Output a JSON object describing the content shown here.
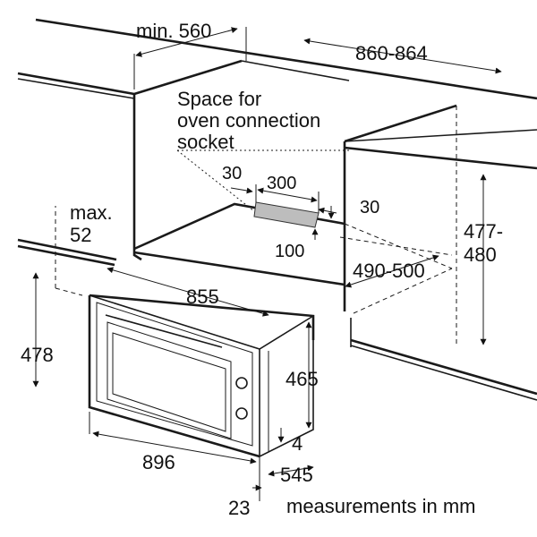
{
  "labels": {
    "min_width": "min. 560",
    "niche_width": "860-864",
    "socket_line1": "Space for",
    "socket_line2": "oven connection",
    "socket_line3": "socket",
    "socket_offset_left": "30",
    "socket_width": "300",
    "socket_offset_right": "30",
    "socket_height": "100",
    "max_line1": "max.",
    "max_line2": "52",
    "niche_height_line1": "477-",
    "niche_height_line2": "480",
    "niche_depth": "490-500",
    "oven_top_width": "855",
    "oven_height": "478",
    "oven_body_height": "465",
    "front_offset": "4",
    "oven_width": "896",
    "oven_depth": "545",
    "panel_depth": "23",
    "units_note": "measurements in mm"
  }
}
